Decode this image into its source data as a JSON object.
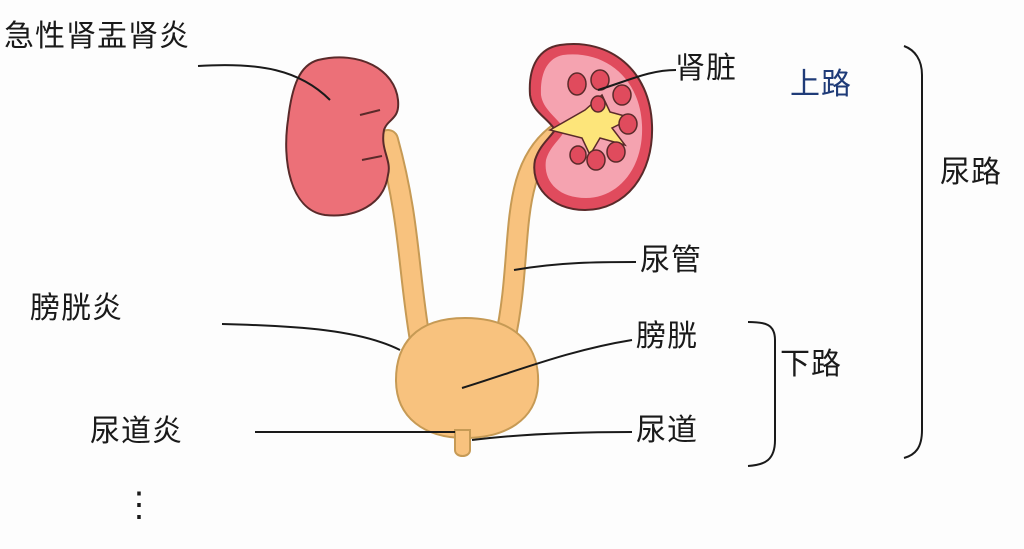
{
  "labels": {
    "acute_pyelonephritis": "急性肾盂肾炎",
    "kidney": "肾脏",
    "upper_tract": "上路",
    "urinary_tract": "尿路",
    "ureter": "尿管",
    "cystitis": "膀胱炎",
    "bladder": "膀胱",
    "lower_tract": "下路",
    "urethritis": "尿道炎",
    "urethra": "尿道",
    "more": "⋮"
  },
  "colors": {
    "kidney_left": "#ec7078",
    "kidney_cortex": "#e04b5d",
    "kidney_medulla": "#f5a3b0",
    "pelvis": "#fde57a",
    "ureter": "#f8c27e",
    "bladder": "#f8c27e",
    "ink": "#1a1a1a",
    "accent_blue": "#1f3b78"
  }
}
